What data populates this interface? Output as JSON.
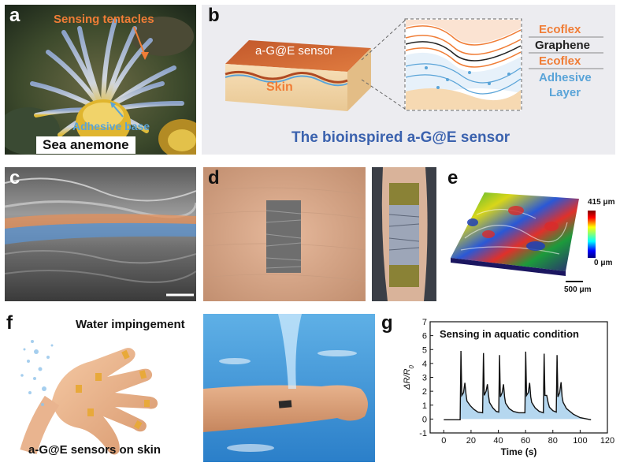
{
  "panel_a": {
    "label": "a",
    "sensing_tentacles": "Sensing tentacles",
    "adhesive_base": "Adhesive base",
    "sea_anemone": "Sea anemone"
  },
  "panel_b": {
    "label": "b",
    "sensor_label": "a-G@E sensor",
    "skin_label": "Skin",
    "layers": [
      "Ecoflex",
      "Graphene",
      "Ecoflex",
      "Adhesive",
      "Layer"
    ],
    "caption": "The bioinspired a-G@E sensor",
    "colors": {
      "ecoflex": "#f07d36",
      "graphene": "#222222",
      "adhesive": "#5aa4d8",
      "caption": "#3b62ae"
    }
  },
  "panel_c": {
    "label": "c"
  },
  "panel_d": {
    "label": "d"
  },
  "panel_e": {
    "label": "e",
    "colorbar_max": "415 μm",
    "colorbar_min": "0 μm",
    "scalebar": "500 μm"
  },
  "panel_f": {
    "label": "f",
    "water": "Water impingement",
    "sensors": "a-G@E sensors on skin"
  },
  "panel_g": {
    "label": "g",
    "title": "Sensing in aquatic condition",
    "xlabel": "Time (s)"
  },
  "chart_data": {
    "type": "line",
    "title": "Sensing in aquatic condition",
    "xlabel": "Time (s)",
    "ylabel": "ΔR/R0",
    "xlim": [
      -10,
      120
    ],
    "ylim": [
      -1,
      7
    ],
    "xticks": [
      0,
      20,
      40,
      60,
      80,
      100,
      120
    ],
    "yticks": [
      -1,
      0,
      1,
      2,
      3,
      4,
      5,
      6,
      7
    ],
    "series": [
      {
        "color": "#111111",
        "fill": "#9cc9ea",
        "x": [
          0,
          12,
          12.6,
          13.2,
          14.5,
          15.5,
          16.3,
          17,
          19.5,
          22,
          25,
          28.5,
          29.1,
          29.7,
          31,
          32,
          32.8,
          33.5,
          36,
          38.5,
          40.3,
          40.9,
          41.5,
          42.8,
          43.8,
          44.6,
          45.3,
          48,
          51,
          55,
          59.5,
          60.1,
          60.7,
          62,
          63,
          63.8,
          64.5,
          67,
          70,
          73,
          73.6,
          74.2,
          75.5,
          76.5,
          77.5,
          80,
          82.5,
          83.1,
          83.7,
          85,
          86,
          86.8,
          87.5,
          90,
          95,
          100,
          108
        ],
        "y": [
          -0.05,
          -0.05,
          4.9,
          1.7,
          1.9,
          2.6,
          1.8,
          1.3,
          0.95,
          0.7,
          0.5,
          0.45,
          4.75,
          1.7,
          2.0,
          2.5,
          1.7,
          1.2,
          0.8,
          0.55,
          0.5,
          4.6,
          1.6,
          1.9,
          2.5,
          1.6,
          1.15,
          0.75,
          0.55,
          0.45,
          0.45,
          4.85,
          1.7,
          1.9,
          2.6,
          1.6,
          1.2,
          0.8,
          0.55,
          0.45,
          4.7,
          1.7,
          1.7,
          1.2,
          0.85,
          0.6,
          0.5,
          4.6,
          1.6,
          1.9,
          2.65,
          1.6,
          1.2,
          0.75,
          0.35,
          0.1,
          -0.05
        ]
      }
    ],
    "grid": false
  }
}
